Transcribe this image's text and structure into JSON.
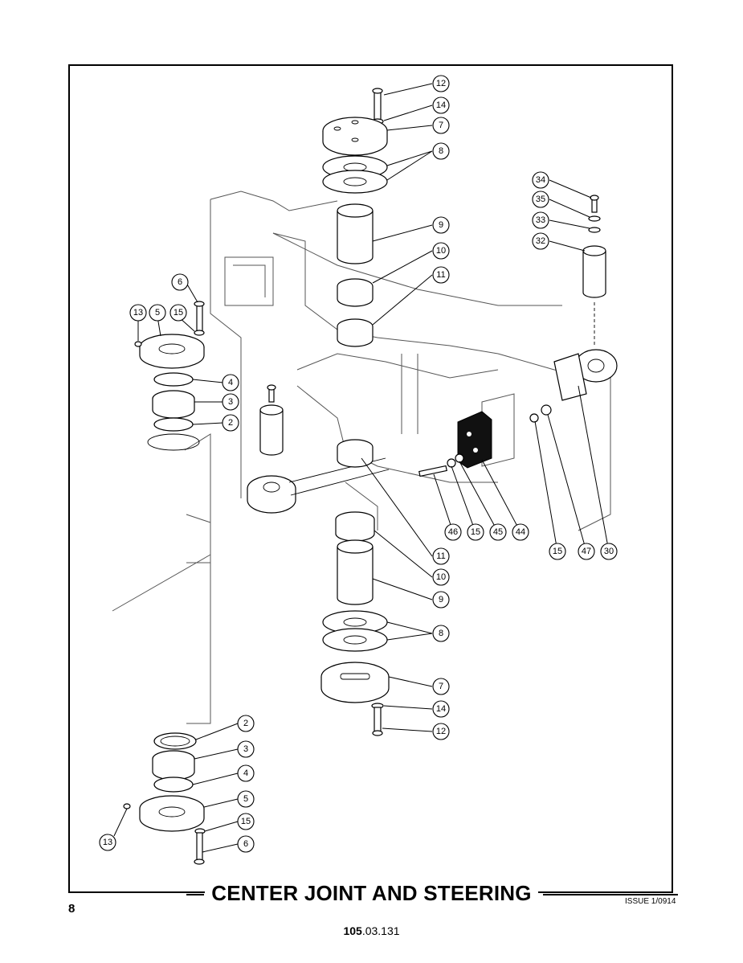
{
  "title": "CENTER JOINT AND STEERING",
  "page_number": "8",
  "issue": "ISSUE 1/0914",
  "doc_number_bold": "105",
  "doc_number_rest": ".03.131",
  "callouts": [
    {
      "label": "12"
    },
    {
      "label": "14"
    },
    {
      "label": "7"
    },
    {
      "label": "8"
    },
    {
      "label": "9"
    },
    {
      "label": "10"
    },
    {
      "label": "11"
    },
    {
      "label": "34"
    },
    {
      "label": "35"
    },
    {
      "label": "33"
    },
    {
      "label": "32"
    },
    {
      "label": "6"
    },
    {
      "label": "13"
    },
    {
      "label": "5"
    },
    {
      "label": "15"
    },
    {
      "label": "4"
    },
    {
      "label": "3"
    },
    {
      "label": "2"
    },
    {
      "label": "46"
    },
    {
      "label": "15"
    },
    {
      "label": "45"
    },
    {
      "label": "44"
    },
    {
      "label": "15"
    },
    {
      "label": "47"
    },
    {
      "label": "30"
    },
    {
      "label": "11"
    },
    {
      "label": "10"
    },
    {
      "label": "9"
    },
    {
      "label": "8"
    },
    {
      "label": "7"
    },
    {
      "label": "14"
    },
    {
      "label": "12"
    },
    {
      "label": "2"
    },
    {
      "label": "3"
    },
    {
      "label": "4"
    },
    {
      "label": "5"
    },
    {
      "label": "15"
    },
    {
      "label": "6"
    },
    {
      "label": "13"
    }
  ]
}
